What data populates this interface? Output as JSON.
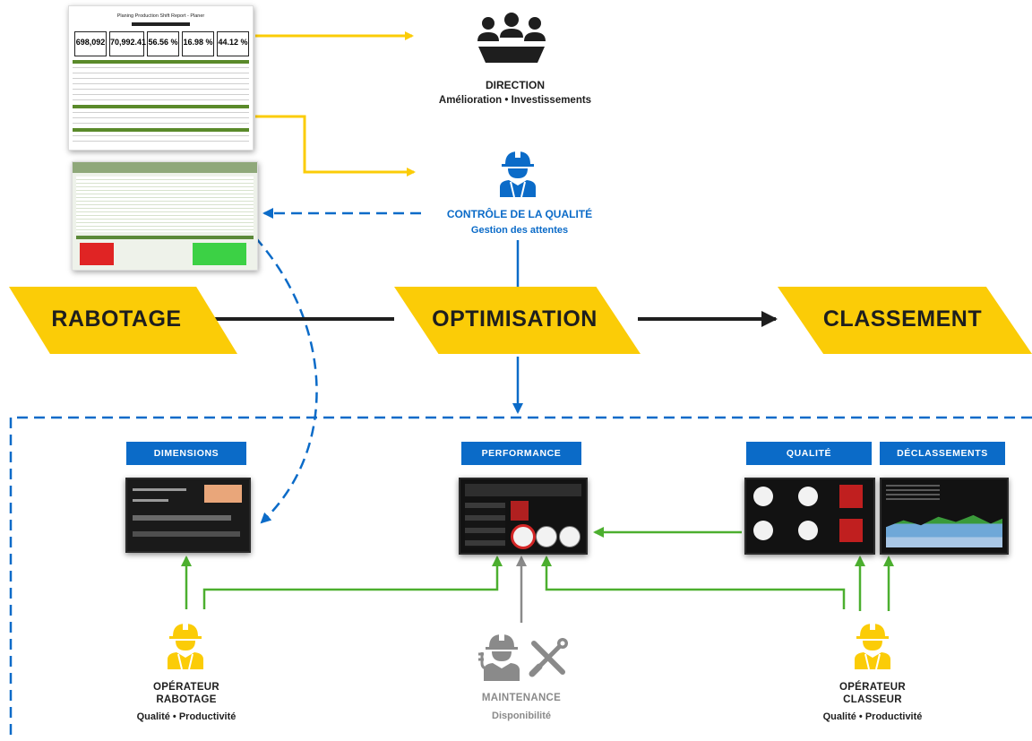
{
  "report": {
    "title": "Planing Production Shift Report - Planer",
    "kpis": [
      "698,092",
      "70,992.41",
      "56.56 %",
      "16.98 %",
      "44.12 %"
    ]
  },
  "direction": {
    "title": "DIRECTION",
    "subtitle": "Amélioration • Investissements"
  },
  "quality_control": {
    "title": "CONTRÔLE DE LA QUALITÉ",
    "subtitle": "Gestion des attentes"
  },
  "stages": [
    "RABOTAGE",
    "OPTIMISATION",
    "CLASSEMENT"
  ],
  "dashboards": {
    "dimensions": "DIMENSIONS",
    "performance": "PERFORMANCE",
    "qualite": "QUALITÉ",
    "declassements": "DÉCLASSEMENTS"
  },
  "operator_planer": {
    "title_line1": "OPÉRATEUR",
    "title_line2": "RABOTAGE",
    "subtitle": "Qualité • Productivité"
  },
  "maintenance": {
    "title": "MAINTENANCE",
    "subtitle": "Disponibilité"
  },
  "operator_grader": {
    "title_line1": "OPÉRATEUR",
    "title_line2": "CLASSEUR",
    "subtitle": "Qualité • Productivité"
  },
  "colors": {
    "yellow": "#fbcc07",
    "blue": "#0b6bc8",
    "green": "#4caf2f",
    "gray": "#8a8a8a",
    "dark": "#1e1e1e"
  },
  "icons": [
    "group-meeting-icon",
    "worker-helmet-icon",
    "maintenance-worker-icon",
    "tools-icon"
  ]
}
